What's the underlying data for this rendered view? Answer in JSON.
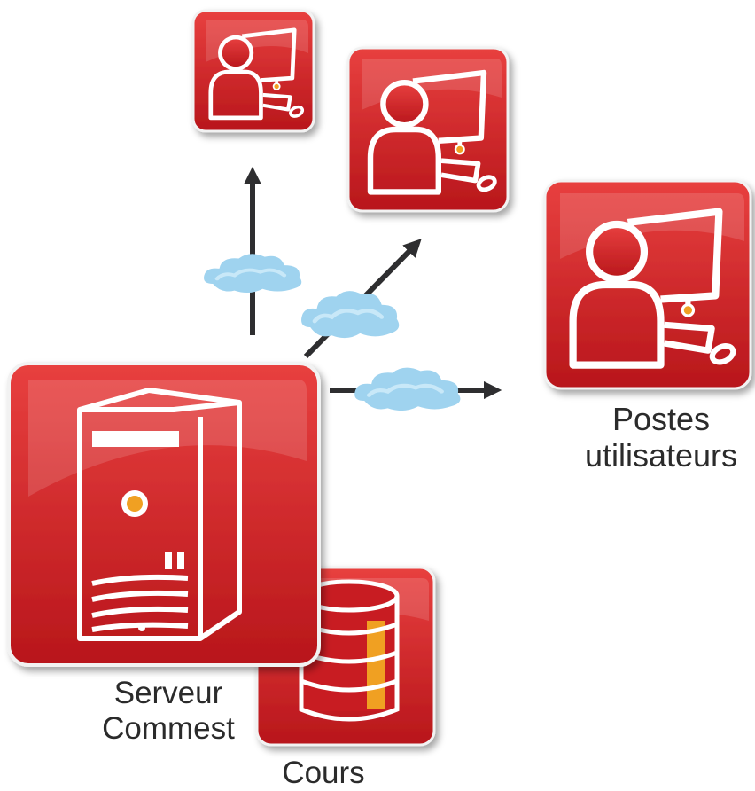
{
  "labels": {
    "users": [
      "Postes",
      "utilisateurs"
    ],
    "server": [
      "Serveur",
      "Commest"
    ],
    "database": "Cours"
  },
  "icons": {
    "workstation": "user-at-computer-icon",
    "server": "server-tower-icon",
    "database": "database-icon",
    "network": "cloud-icon"
  },
  "colors": {
    "tile_red": "#d42a2b",
    "tile_dark": "#a80f14",
    "arrow": "#2e2e30",
    "cloud": "#9fd3ef",
    "accent_orange": "#f0a020",
    "label_text": "#2b2b2b"
  }
}
